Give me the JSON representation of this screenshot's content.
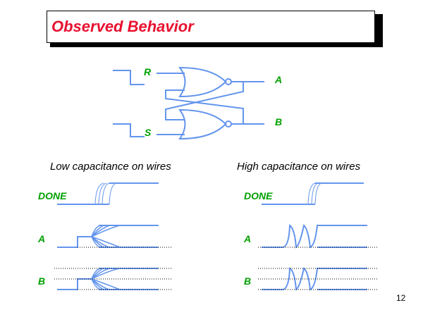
{
  "title": "Observed Behavior",
  "colors": {
    "title": "#e8102f",
    "signal_label": "#00a000",
    "wire": "#6495ed"
  },
  "circuit": {
    "inputs": [
      "R",
      "S"
    ],
    "outputs": [
      "A",
      "B"
    ],
    "gate_type": "NOR",
    "description": "Cross-coupled NOR latch"
  },
  "panels": [
    {
      "heading": "Low capacitance on wires",
      "signals": [
        "DONE",
        "A",
        "B"
      ]
    },
    {
      "heading": "High capacitance on wires",
      "signals": [
        "DONE",
        "A",
        "B"
      ]
    }
  ],
  "page_number": "12"
}
